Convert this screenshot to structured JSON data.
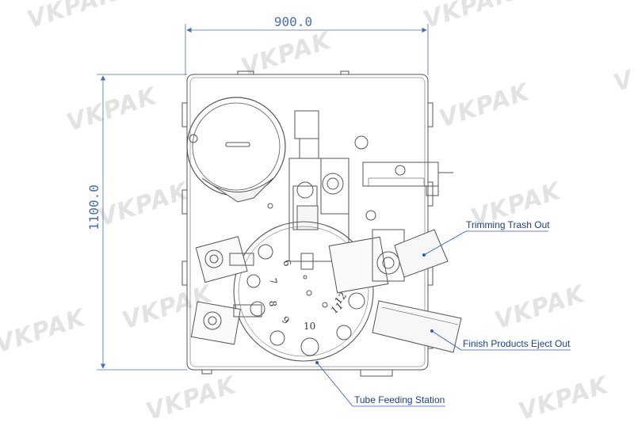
{
  "watermark": "VKPAK",
  "dimensions": {
    "width": "900.0",
    "height": "1100.0"
  },
  "callouts": {
    "trimming": "Trimming Trash Out",
    "eject": "Finish Products Eject Out",
    "feeding": "Tube Feeding Station"
  },
  "stations": {
    "s6": "6",
    "s7": "7",
    "s8": "8",
    "s9": "9",
    "s10": "10",
    "s11": "11",
    "s12": "12"
  },
  "colors": {
    "dimension_line": "#4a6fb0",
    "callout_line": "#2b5cc4",
    "drawing": "#555555"
  }
}
